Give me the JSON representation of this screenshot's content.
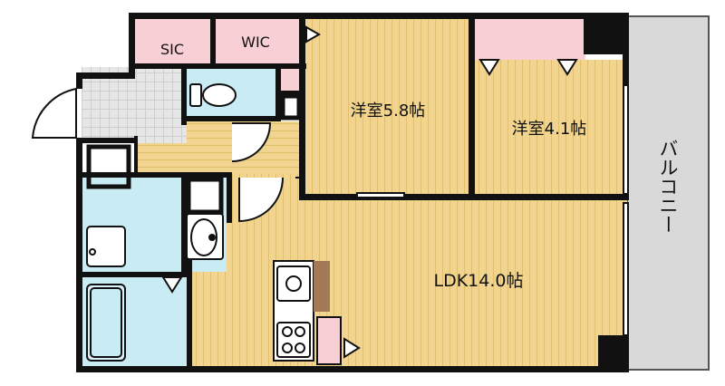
{
  "rooms": {
    "sic": "SIC",
    "wic": "WIC",
    "bedroom_large": "洋室5.8帖",
    "bedroom_small": "洋室4.1帖",
    "ldk": "LDK14.0帖",
    "balcony": "バルコニー"
  },
  "colors": {
    "wood_light": "#f0d48f",
    "wood_line": "#e2bf6c",
    "water_blue": "#c9ecf4",
    "closet_pink": "#f7cfd4",
    "tile_grey": "#e6e6e6",
    "balcony_grey": "#d9d9d9",
    "wall": "#111111",
    "kitchen_brown": "#a27a55"
  }
}
